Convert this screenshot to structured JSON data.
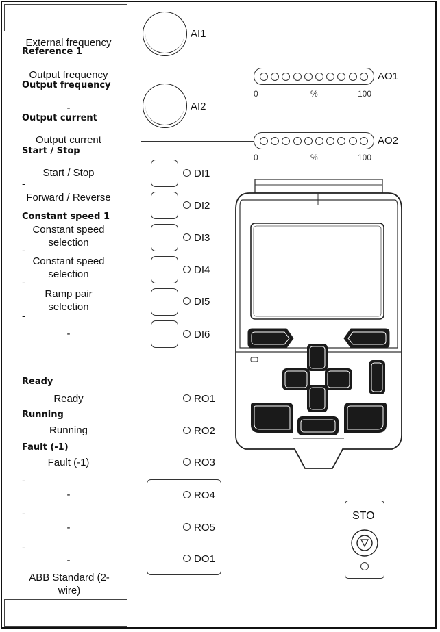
{
  "signals": [
    {
      "header": "",
      "label": "External frequency",
      "pin": "AI1"
    },
    {
      "header": "Reference 1",
      "label": "",
      "pin": ""
    },
    {
      "header": "Output frequency",
      "label": "Output frequency",
      "pin": "AO1"
    },
    {
      "header": "Output current",
      "label": "-",
      "pin": "AI2"
    },
    {
      "header": "Start / Stop",
      "label": "Output current",
      "pin": "AO2"
    }
  ],
  "headers": {
    "reference_1": "Reference 1",
    "output_frequency": "Output frequency",
    "output_current": "Output current",
    "start_stop": "Start / Stop",
    "constant_speed_1": "Constant speed 1",
    "ready": "Ready",
    "running": "Running",
    "fault": "Fault (-1)"
  },
  "labels": {
    "external_frequency": "External frequency",
    "output_frequency": "Output frequency",
    "ai2_label": "-",
    "output_current": "Output current",
    "start_stop": "Start / Stop",
    "forward_reverse": "Forward / Reverse",
    "constant_speed_a": "Constant speed selection",
    "constant_speed_b": "Constant speed selection",
    "ramp_pair": "Ramp pair selection",
    "di6_label": "-",
    "ready": "Ready",
    "running": "Running",
    "fault": "Fault (-1)",
    "ro4_label": "-",
    "ro5_label": "-",
    "do1_label": "-",
    "macro": "ABB Standard (2-wire)"
  },
  "dashes": {
    "d1": "-",
    "d2": "-",
    "d3": "-",
    "d4": "-",
    "d5": "-",
    "d6": "-"
  },
  "pins": {
    "ai1": "AI1",
    "ai2": "AI2",
    "ao1": "AO1",
    "ao2": "AO2",
    "di1": "DI1",
    "di2": "DI2",
    "di3": "DI3",
    "di4": "DI4",
    "di5": "DI5",
    "di6": "DI6",
    "ro1": "RO1",
    "ro2": "RO2",
    "ro3": "RO3",
    "ro4": "RO4",
    "ro5": "RO5",
    "do1": "DO1"
  },
  "scale": {
    "min": "0",
    "unit": "%",
    "max": "100"
  },
  "sto": {
    "label": "STO",
    "icon": "stop-octagon-icon"
  },
  "colors": {
    "line": "#333333",
    "keypad_button": "#1a1a1a"
  }
}
